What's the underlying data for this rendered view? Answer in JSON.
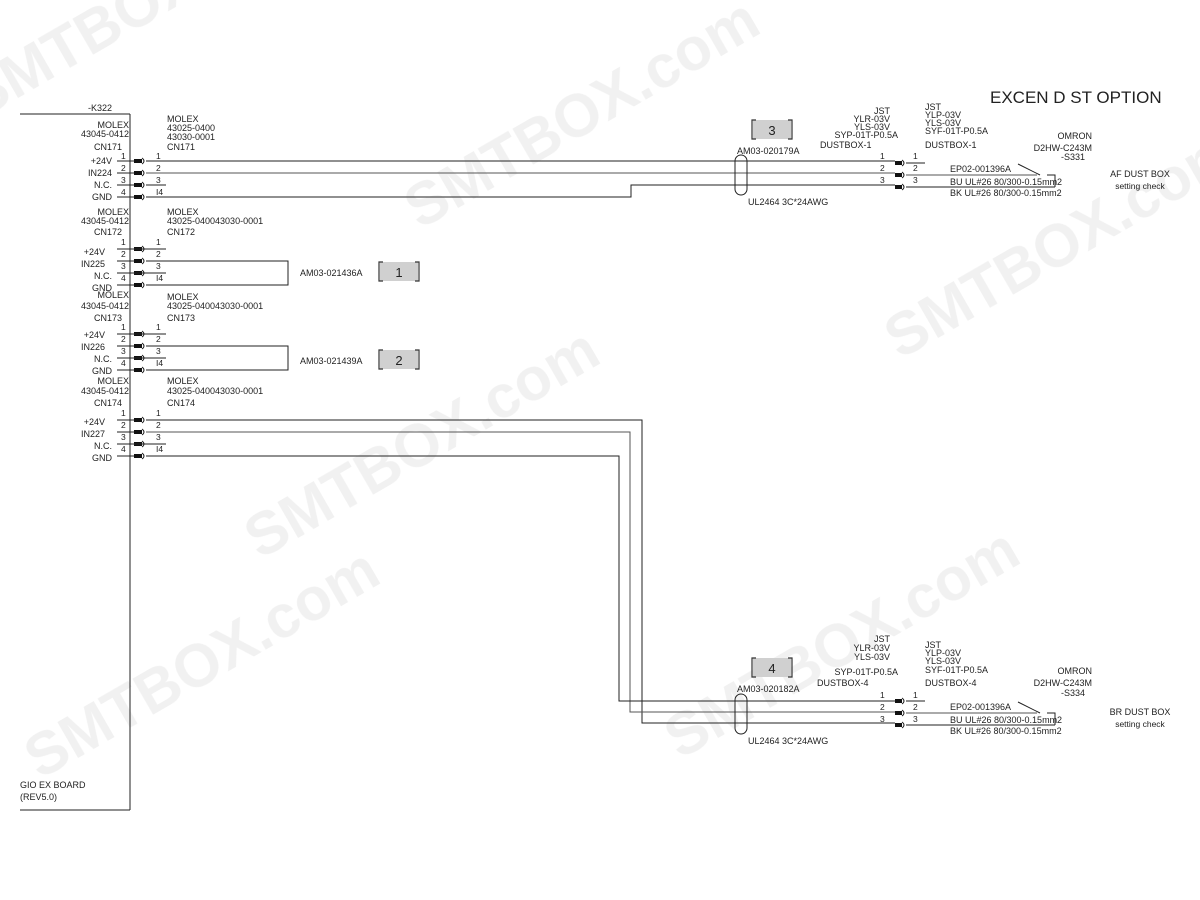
{
  "title": "EXCEN D ST OPTION",
  "relay_ref": "-K322",
  "board": {
    "name": "GIO EX BOARD",
    "rev": "(REV5.0)"
  },
  "pin_labels": [
    "+24V",
    "IN224",
    "N.C.",
    "GND"
  ],
  "connectors": [
    {
      "id": "cn171",
      "left_maker": "MOLEX",
      "left_part": "43045-0412",
      "left_name": "CN171",
      "right_maker": "MOLEX",
      "right_part1": "43025-0400",
      "right_part2": "43030-0001",
      "right_name": "CN171",
      "signals": [
        "+24V",
        "IN224",
        "N.C.",
        "GND"
      ]
    },
    {
      "id": "cn172",
      "left_maker": "MOLEX",
      "left_part": "43045-0412",
      "left_name": "CN172",
      "right_maker": "MOLEX",
      "right_part1": "43025-040043030-0001",
      "right_name": "CN172",
      "signals": [
        "+24V",
        "IN225",
        "N.C.",
        "GND"
      ],
      "jumper": "AM03-021436A",
      "jumper_tag": "1"
    },
    {
      "id": "cn173",
      "left_maker": "MOLEX",
      "left_part": "43045-0412",
      "left_name": "CN173",
      "right_maker": "MOLEX",
      "right_part1": "43025-040043030-0001",
      "right_name": "CN173",
      "signals": [
        "+24V",
        "IN226",
        "N.C.",
        "GND"
      ],
      "jumper": "AM03-021439A",
      "jumper_tag": "2"
    },
    {
      "id": "cn174",
      "left_maker": "MOLEX",
      "left_part": "43045-0412",
      "left_name": "CN174",
      "right_maker": "MOLEX",
      "right_part1": "43025-040043030-0001",
      "right_name": "CN174",
      "signals": [
        "+24V",
        "IN227",
        "N.C.",
        "GND"
      ]
    }
  ],
  "pin_numbers": [
    "1",
    "2",
    "3",
    "4"
  ],
  "pin_numbers_right": [
    "1",
    "2",
    "3",
    "I4"
  ],
  "dust_boxes": [
    {
      "id": "af",
      "harness_tag": "3",
      "harness": "AM03-020179A",
      "cable": "UL2464 3C*24AWG",
      "plug_maker": "JST",
      "plug_p1": "YLR-03V",
      "plug_p2": "YLS-03V",
      "plug_p3": "SYP-01T-P0.5A",
      "plug_name": "DUSTBOX-1",
      "rec_maker": "JST",
      "rec_p1": "YLP-03V",
      "rec_p2": "YLS-03V",
      "rec_p3": "SYF-01T-P0.5A",
      "rec_name": "DUSTBOX-1",
      "switch_maker": "OMRON",
      "switch_part": "D2HW-C243M",
      "switch_ref": "-S331",
      "wire_part": "EP02-001396A",
      "wire_bu": "BU  UL#26 80/300-0.15mm2",
      "wire_bk": "BK  UL#26 80/300-0.15mm2",
      "desc1": "AF DUST BOX",
      "desc2": "setting check"
    },
    {
      "id": "br",
      "harness_tag": "4",
      "harness": "AM03-020182A",
      "cable": "UL2464 3C*24AWG",
      "plug_maker": "JST",
      "plug_p1": "YLR-03V",
      "plug_p2": "YLS-03V",
      "plug_p3": "SYP-01T-P0.5A",
      "plug_name": "DUSTBOX-4",
      "rec_maker": "JST",
      "rec_p1": "YLP-03V",
      "rec_p2": "YLS-03V",
      "rec_p3": "SYF-01T-P0.5A",
      "rec_name": "DUSTBOX-4",
      "switch_maker": "OMRON",
      "switch_part": "D2HW-C243M",
      "switch_ref": "-S334",
      "wire_part": "EP02-001396A",
      "wire_bu": "BU  UL#26 80/300-0.15mm2",
      "wire_bk": "BK  UL#26 80/300-0.15mm2",
      "desc1": "BR DUST BOX",
      "desc2": "setting check"
    }
  ],
  "dust_pins": [
    "1",
    "2",
    "3"
  ],
  "watermark": "SMTBOX.com"
}
